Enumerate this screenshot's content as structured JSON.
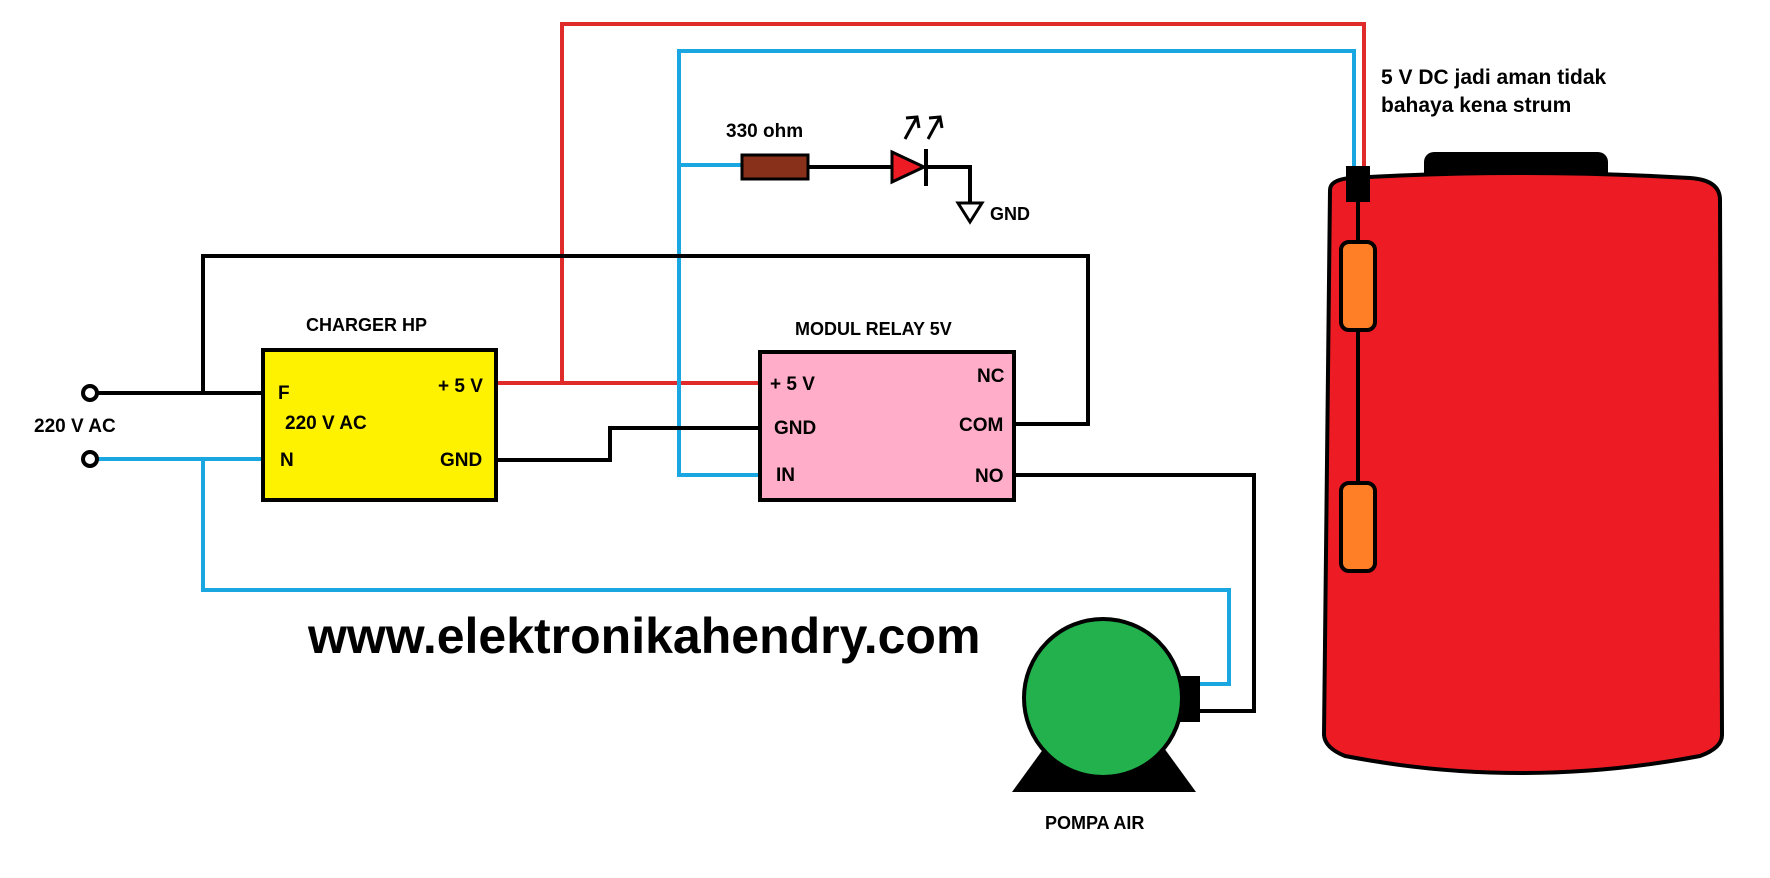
{
  "labels": {
    "charger_title": "CHARGER HP",
    "relay_title": "MODUL RELAY 5V",
    "ac_source": "220 V AC",
    "charger_f": "F",
    "charger_n": "N",
    "charger_ac": "220 V AC",
    "charger_plus5v": "+ 5 V",
    "charger_gnd": "GND",
    "relay_plus5v": "+ 5 V",
    "relay_gnd": "GND",
    "relay_in": "IN",
    "relay_nc": "NC",
    "relay_com": "COM",
    "relay_no": "NO",
    "resistor": "330 ohm",
    "led_gnd": "GND",
    "pump": "POMPA AIR",
    "tank_note_line1": "5 V DC jadi aman tidak",
    "tank_note_line2": "bahaya kena strum",
    "website": "www.elektronikahendry.com"
  },
  "colors": {
    "charger_fill": "#fff200",
    "relay_fill": "#ffadc9",
    "tank_fill": "#ed1c24",
    "pump_fill": "#22b14c",
    "float_fill": "#ff7f27",
    "resistor_fill": "#88301a",
    "led_fill": "#ed1c24",
    "wire_red": "#e02b2b",
    "wire_blue": "#1aa6e0",
    "wire_black": "#000000"
  },
  "icons": {
    "led": "led-icon",
    "resistor": "resistor-icon",
    "ground": "ground-icon",
    "pump": "water-pump-icon",
    "tank": "water-tank-icon",
    "float_switch": "float-switch-icon"
  }
}
